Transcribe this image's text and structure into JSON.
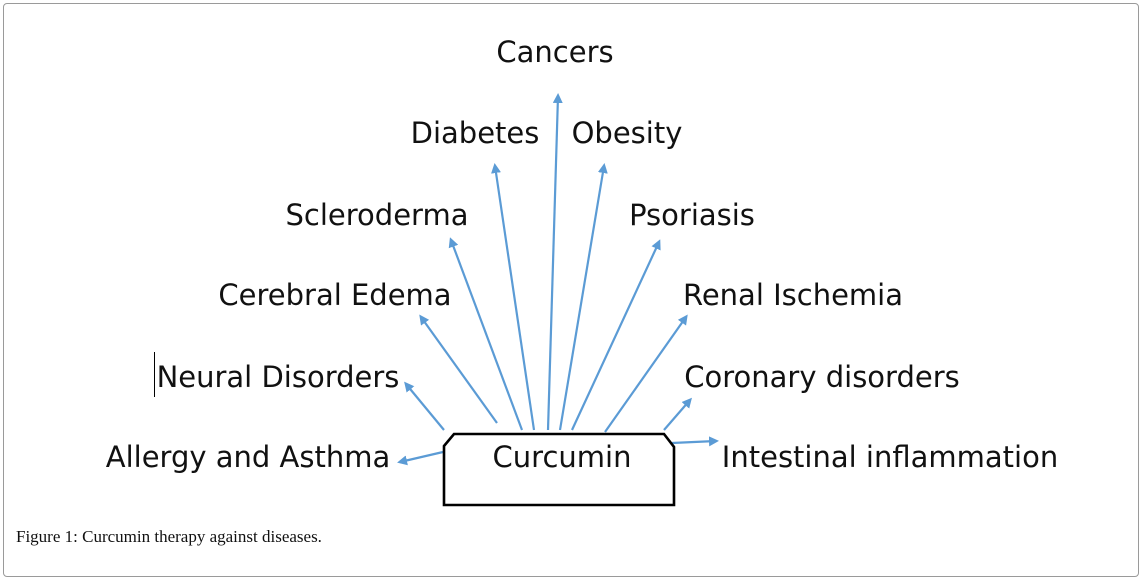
{
  "diagram": {
    "center": "Curcumin",
    "arrow_color": "#5b9bd5",
    "diseases": [
      {
        "id": "cancers",
        "label": "Cancers"
      },
      {
        "id": "diabetes",
        "label": "Diabetes"
      },
      {
        "id": "obesity",
        "label": "Obesity"
      },
      {
        "id": "scleroderma",
        "label": "Scleroderma"
      },
      {
        "id": "psoriasis",
        "label": "Psoriasis"
      },
      {
        "id": "cerebral-edema",
        "label": "Cerebral Edema"
      },
      {
        "id": "renal-ischemia",
        "label": "Renal Ischemia"
      },
      {
        "id": "neural-disorders",
        "label": "Neural Disorders"
      },
      {
        "id": "coronary-disorders",
        "label": "Coronary disorders"
      },
      {
        "id": "allergy-asthma",
        "label": "Allergy and Asthma"
      },
      {
        "id": "intestinal-inflammation",
        "label": "Intestinal inflammation"
      }
    ]
  },
  "caption": {
    "prefix": "Figure 1:",
    "text": " Curcumin therapy against diseases."
  }
}
